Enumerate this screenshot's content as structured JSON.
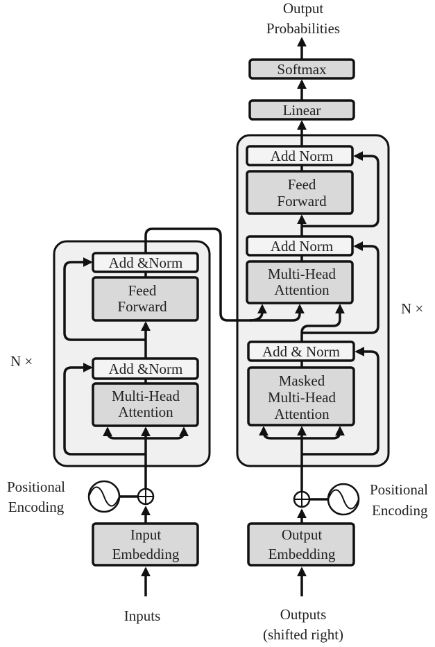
{
  "title": {
    "line1": "Output",
    "line2": "Probabilities"
  },
  "decoder": {
    "softmax": "Softmax",
    "linear": "Linear",
    "add_norm_top": "Add Norm",
    "feed_forward": [
      "Feed",
      "Forward"
    ],
    "add_norm_mid": "Add Norm",
    "attention": [
      "Multi-Head",
      "Attention"
    ],
    "add_norm_bottom": "Add & Norm",
    "masked_attention": [
      "Masked",
      "Multi-Head",
      "Attention"
    ],
    "embedding": [
      "Output",
      "Embedding"
    ],
    "positional": [
      "Positional",
      "Encoding"
    ],
    "repeat": "N ×",
    "input_label": [
      "Outputs",
      "(shifted right)"
    ]
  },
  "encoder": {
    "add_norm_top": "Add &Norm",
    "feed_forward": [
      "Feed",
      "Forward"
    ],
    "add_norm_bottom": "Add &Norm",
    "attention": [
      "Multi-Head",
      "Attention"
    ],
    "embedding": [
      "Input",
      "Embedding"
    ],
    "positional": [
      "Positional",
      "Encoding"
    ],
    "repeat": "N ×",
    "input_label": "Inputs"
  },
  "colors": {
    "block": "#d9d9d9",
    "container": "#f0f0f0",
    "stroke": "#111111"
  }
}
